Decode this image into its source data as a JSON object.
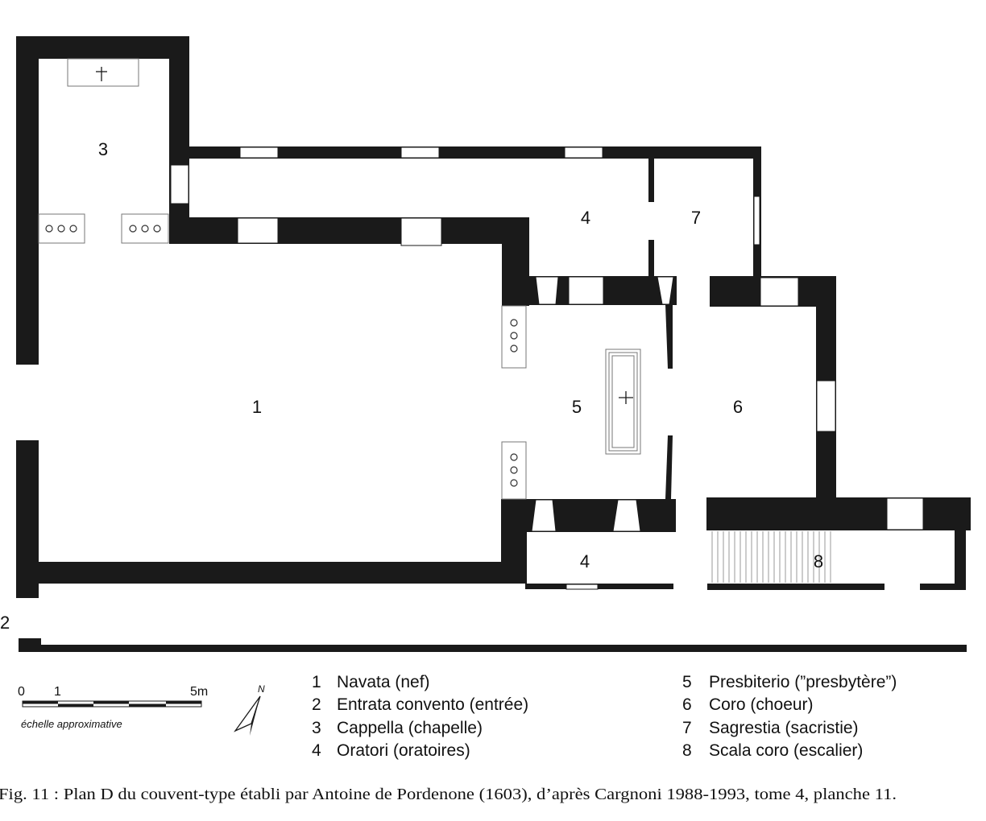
{
  "rooms": {
    "r1": "1",
    "r2": "2",
    "r3": "3",
    "r4a": "4",
    "r4b": "4",
    "r5": "5",
    "r6": "6",
    "r7": "7",
    "r8": "8"
  },
  "scale": {
    "tick_0": "0",
    "tick_1": "1",
    "tick_5": "5m",
    "caption": "échelle approximative"
  },
  "north_label": "N",
  "legend": [
    {
      "num": "1",
      "text": "Navata (nef)"
    },
    {
      "num": "2",
      "text": "Entrata convento (entrée)"
    },
    {
      "num": "3",
      "text": "Cappella (chapelle)"
    },
    {
      "num": "4",
      "text": "Oratori (oratoires)"
    },
    {
      "num": "5",
      "text": "Presbiterio (”presbytère”)"
    },
    {
      "num": "6",
      "text": "Coro (choeur)"
    },
    {
      "num": "7",
      "text": "Sagrestia (sacristie)"
    },
    {
      "num": "8",
      "text": "Scala coro (escalier)"
    }
  ],
  "figure_caption": "Fig. 11 : Plan D du couvent-type établi par Antoine de Pordenone (1603), d’après Cargnoni 1988-1993, tome 4, planche 11.",
  "colors": {
    "wall": "#1a1a1a",
    "background": "#ffffff"
  }
}
